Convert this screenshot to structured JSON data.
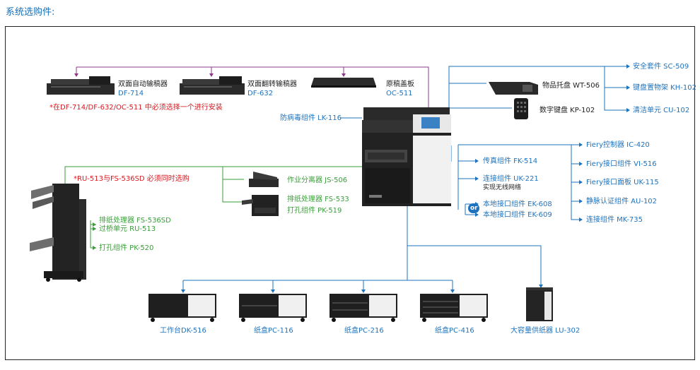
{
  "header": {
    "title": "系统选购件:"
  },
  "colors": {
    "blue": "#1e73be",
    "green": "#3a9d3a",
    "purple": "#8b3a8b",
    "red": "#d71920"
  },
  "top_options": [
    {
      "name": "双面自动输稿器",
      "code": "DF-714"
    },
    {
      "name": "双面翻转输稿器",
      "code": "DF-632"
    },
    {
      "name": "原稿盖板",
      "code": "OC-511"
    }
  ],
  "notes": {
    "doc_feeder": "*在DF-714/DF-632/OC-511 中必须选择一个进行安装",
    "finisher": "*RU-513与FS-536SD 必须同时选购"
  },
  "antibac": "防病毒组件 LK-116",
  "right_top": {
    "tray": "物品托盘 WT-506",
    "keypad": "数字键盘 KP-102",
    "security": "安全套件 SC-509",
    "keyboard_holder": "键盘置物架 KH-102",
    "cleaning": "清洁单元 CU-102"
  },
  "right_mid": {
    "fax": "传真组件 FK-514",
    "wireless": "连接组件 UK-221",
    "wireless_sub": "实现无线网络",
    "local_if_608": "本地接口组件 EK-608",
    "local_if_609": "本地接口组件 EK-609",
    "or": "or"
  },
  "fiery": [
    "Fiery控制器 IC-420",
    "Fiery接口组件 VI-516",
    "Fiery接口面板 UK-115",
    "静脉认证组件 AU-102",
    "连接组件 MK-735"
  ],
  "finisher_options": {
    "separator": "作业分离器 JS-506",
    "fs533": "排纸处理器 FS-533",
    "pk519": "打孔组件 PK-519",
    "fs536": "排纸处理器 FS-536SD",
    "ru513": "过桥单元 RU-513",
    "pk520": "打孔组件 PK-520"
  },
  "bottom": [
    "工作台DK-516",
    "纸盒PC-116",
    "纸盒PC-216",
    "纸盒PC-416",
    "大容量供纸器 LU-302"
  ],
  "icons": {
    "printer": "mfp-printer-icon",
    "feeder": "doc-feeder-icon",
    "finisher": "finisher-icon",
    "cabinet": "paper-cabinet-icon",
    "lct": "large-capacity-tray-icon"
  }
}
